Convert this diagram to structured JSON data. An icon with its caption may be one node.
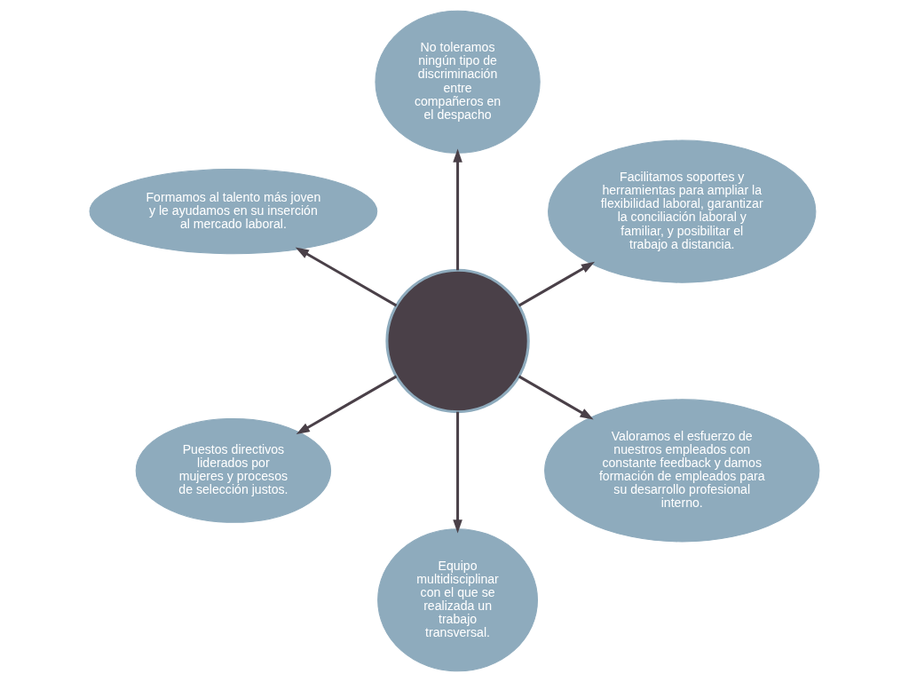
{
  "diagram": {
    "nodes": [
      {
        "text": [],
        "shape": "circle"
      },
      {
        "text": [
          "Facilitamos soportes y herramientas para ampliar la flexibilidad laboral, garantizar la conciliación laboral y familiar, y posibilitar el trabajo a distancia."
        ]
      },
      {
        "text": [
          "No toleramos ningún tipo de discriminación entre compañeros en el despacho"
        ]
      },
      {
        "text": [
          "Formamos al talento más joven y le ayudamos en su inserción al mercado laboral."
        ]
      },
      {
        "text": [
          "Puestos directivos liderados por mujeres y procesos de selección justos."
        ]
      },
      {
        "text": [
          "Equipo multidisciplinar con el que se realizada un trabajo transversal."
        ]
      },
      {
        "text": [
          "Valoramos el esfuerzo de nuestros empleados con constante feedback y damos formación de empleados para su desarrollo profesional interno."
        ]
      }
    ],
    "edges": [
      {
        "from": 0,
        "to": 1,
        "arrow": "to"
      },
      {
        "from": 0,
        "to": 2,
        "arrow": "to"
      },
      {
        "from": 0,
        "to": 3,
        "arrow": "to"
      },
      {
        "from": 0,
        "to": 4,
        "arrow": "to"
      },
      {
        "from": 0,
        "to": 5,
        "arrow": "to"
      },
      {
        "from": 0,
        "to": 6,
        "arrow": "to"
      }
    ]
  }
}
